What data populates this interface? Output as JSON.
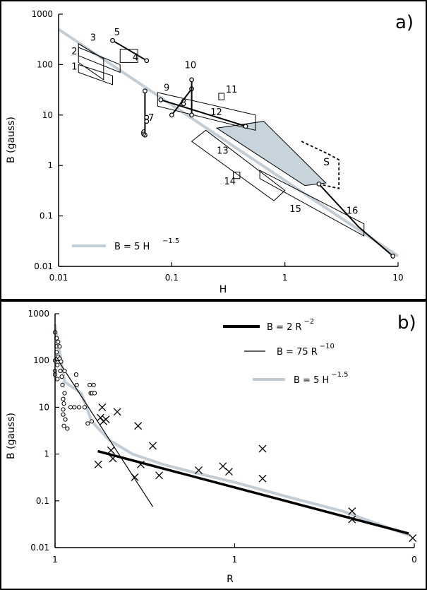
{
  "chart_data": [
    {
      "type": "line",
      "panel_label": "a)",
      "title": "",
      "xlabel": "H",
      "ylabel": "B (gauss)",
      "xscale": "log",
      "yscale": "log",
      "xlim": [
        0.01,
        10
      ],
      "ylim": [
        0.01,
        1000
      ],
      "x_ticks": [
        "0.01",
        "0.1",
        "1",
        "10"
      ],
      "y_ticks": [
        "0.01",
        "0.1",
        "1",
        "10",
        "100",
        "1000"
      ],
      "grid": false,
      "legend_position": "bottom-left",
      "curve": {
        "label": "B = 5 H",
        "exponent": "−1.5",
        "color": "#c3cdd6",
        "points": [
          [
            0.01,
            500
          ],
          [
            10,
            0.016
          ]
        ]
      },
      "regions": [
        {
          "label": "1",
          "shape": "parallelogram",
          "points": [
            [
              0.015,
              70
            ],
            [
              0.015,
              100
            ],
            [
              0.03,
              60
            ],
            [
              0.03,
              40
            ]
          ]
        },
        {
          "label": "2",
          "shape": "parallelogram",
          "points": [
            [
              0.015,
              150
            ],
            [
              0.015,
              220
            ],
            [
              0.035,
              100
            ],
            [
              0.035,
              70
            ]
          ]
        },
        {
          "label": "3",
          "shape": "parallelogram",
          "points": [
            [
              0.015,
              260
            ],
            [
              0.015,
              110
            ],
            [
              0.025,
              50
            ],
            [
              0.025,
              130
            ]
          ]
        },
        {
          "label": "4",
          "shape": "rect",
          "points": [
            [
              0.035,
              110
            ],
            [
              0.035,
              200
            ],
            [
              0.05,
              200
            ],
            [
              0.05,
              110
            ]
          ]
        },
        {
          "label": "9",
          "shape": "parallelogram",
          "points": [
            [
              0.075,
              28
            ],
            [
              0.075,
              15
            ],
            [
              0.55,
              5
            ],
            [
              0.55,
              10
            ]
          ]
        },
        {
          "label": "11",
          "shape": "rect",
          "points": [
            [
              0.26,
              20
            ],
            [
              0.26,
              27
            ],
            [
              0.29,
              27
            ],
            [
              0.29,
              20
            ]
          ]
        },
        {
          "label": "13",
          "shape": "parallelogram",
          "points": [
            [
              0.15,
              3
            ],
            [
              0.2,
              5
            ],
            [
              1.0,
              0.32
            ],
            [
              0.8,
              0.2
            ]
          ]
        },
        {
          "label": "14",
          "shape": "rect",
          "points": [
            [
              0.35,
              0.55
            ],
            [
              0.35,
              0.74
            ],
            [
              0.4,
              0.74
            ],
            [
              0.4,
              0.55
            ]
          ]
        },
        {
          "label": "15",
          "shape": "parallelogram",
          "points": [
            [
              0.6,
              0.8
            ],
            [
              0.6,
              0.55
            ],
            [
              5,
              0.04
            ],
            [
              5,
              0.07
            ]
          ]
        }
      ],
      "series": [
        {
          "label": "5",
          "points": [
            [
              0.03,
              300
            ],
            [
              0.06,
              120
            ]
          ]
        },
        {
          "label": "6",
          "points": [
            [
              0.058,
              30
            ],
            [
              0.058,
              4
            ]
          ]
        },
        {
          "label": "7",
          "points": [
            [
              0.06,
              9
            ],
            [
              0.06,
              7.5
            ]
          ]
        },
        {
          "label": "8",
          "points": [
            [
              0.1,
              10
            ],
            [
              0.15,
              33
            ]
          ]
        },
        {
          "label": "10",
          "points": [
            [
              0.15,
              50
            ],
            [
              0.15,
              10
            ]
          ]
        },
        {
          "label": "12",
          "points": [
            [
              0.08,
              20
            ],
            [
              0.45,
              6
            ]
          ]
        },
        {
          "label": "16",
          "points": [
            [
              2,
              0.43
            ],
            [
              4.5,
              0.06
            ],
            [
              9,
              0.016
            ]
          ]
        }
      ],
      "shaded_region": {
        "points": [
          [
            0.25,
            5.5
          ],
          [
            0.65,
            7.5
          ],
          [
            2.3,
            0.45
          ],
          [
            1.5,
            0.4
          ]
        ],
        "color": "#c7d4db"
      },
      "dashed_region": {
        "label": "S",
        "points": [
          [
            1.4,
            3
          ],
          [
            2.4,
            1.7
          ],
          [
            3,
            1.3
          ],
          [
            3,
            0.35
          ],
          [
            2,
            0.43
          ]
        ]
      }
    },
    {
      "type": "scatter",
      "panel_label": "b)",
      "title": "",
      "xlabel": "R",
      "ylabel": "B (gauss)",
      "xscale": "log",
      "yscale": "log",
      "xlim": [
        1,
        100
      ],
      "ylim": [
        0.01,
        1000
      ],
      "x_ticks": [
        "1",
        "1",
        "0"
      ],
      "y_ticks": [
        "0.01",
        "0.1",
        "1",
        "10",
        "100",
        "1000"
      ],
      "grid": false,
      "legend_position": "top-right",
      "legend": [
        {
          "label": "B = 2 R",
          "exponent": "−2",
          "stroke": "#000000",
          "width": 4
        },
        {
          "label": "B = 75 R",
          "exponent": "−10",
          "stroke": "#000000",
          "width": 1.2
        },
        {
          "label": "B = 5 H",
          "exponent": "−1.5",
          "stroke": "#c3cdd6",
          "width": 4
        }
      ],
      "series": [
        {
          "label": "B = 2 R",
          "exponent": "−2",
          "kind": "line",
          "points": [
            [
              1.73,
              1.15
            ],
            [
              93,
              0.02
            ]
          ]
        },
        {
          "label": "B = 75 R",
          "exponent": "−10",
          "kind": "line",
          "points": [
            [
              1.01,
              120
            ],
            [
              3.5,
              0.075
            ]
          ]
        },
        {
          "label": "B = 5 H",
          "exponent": "−1.5",
          "kind": "curve",
          "points": [
            [
              1.0,
              600
            ],
            [
              1.13,
              35
            ],
            [
              1.4,
              20
            ],
            [
              1.6,
              5
            ],
            [
              2,
              2
            ],
            [
              2.7,
              1
            ],
            [
              4,
              0.6
            ],
            [
              6,
              0.4
            ],
            [
              10,
              0.25
            ],
            [
              20,
              0.12
            ],
            [
              40,
              0.06
            ],
            [
              95,
              0.018
            ]
          ]
        },
        {
          "label": "",
          "kind": "circles",
          "points": [
            [
              1.0,
              400
            ],
            [
              1.0,
              100
            ],
            [
              1.0,
              60
            ],
            [
              1.0,
              50
            ],
            [
              1.02,
              300
            ],
            [
              1.02,
              200
            ],
            [
              1.02,
              150
            ],
            [
              1.03,
              110
            ],
            [
              1.03,
              80
            ],
            [
              1.03,
              40
            ],
            [
              1.04,
              250
            ],
            [
              1.04,
              120
            ],
            [
              1.06,
              200
            ],
            [
              1.06,
              110
            ],
            [
              1.07,
              60
            ],
            [
              1.08,
              95
            ],
            [
              1.09,
              45
            ],
            [
              1.1,
              30
            ],
            [
              1.11,
              15
            ],
            [
              1.11,
              9
            ],
            [
              1.11,
              7
            ],
            [
              1.12,
              12
            ],
            [
              1.12,
              4
            ],
            [
              1.13,
              60
            ],
            [
              1.13,
              20
            ],
            [
              1.14,
              5.5
            ],
            [
              1.17,
              3.5
            ],
            [
              1.22,
              10
            ],
            [
              1.28,
              10
            ],
            [
              1.31,
              50
            ],
            [
              1.32,
              30
            ],
            [
              1.36,
              10
            ],
            [
              1.46,
              10
            ],
            [
              1.52,
              4.5
            ],
            [
              1.56,
              30
            ],
            [
              1.58,
              20
            ],
            [
              1.6,
              5
            ],
            [
              1.61,
              20
            ],
            [
              1.64,
              30
            ],
            [
              1.66,
              20
            ]
          ]
        },
        {
          "label": "",
          "kind": "crosses",
          "points": [
            [
              1.74,
              0.6
            ],
            [
              1.79,
              6
            ],
            [
              1.83,
              10
            ],
            [
              1.86,
              5
            ],
            [
              1.92,
              5.5
            ],
            [
              2.05,
              1.2
            ],
            [
              2.1,
              0.8
            ],
            [
              2.22,
              8
            ],
            [
              2.78,
              0.32
            ],
            [
              2.9,
              4
            ],
            [
              3.0,
              0.6
            ],
            [
              3.5,
              1.5
            ],
            [
              3.8,
              0.35
            ],
            [
              6.3,
              0.45
            ],
            [
              8.6,
              0.55
            ],
            [
              9.3,
              0.42
            ],
            [
              14.3,
              1.3
            ],
            [
              14.3,
              0.3
            ],
            [
              45,
              0.06
            ],
            [
              45,
              0.04
            ],
            [
              98,
              0.016
            ]
          ]
        }
      ]
    }
  ]
}
